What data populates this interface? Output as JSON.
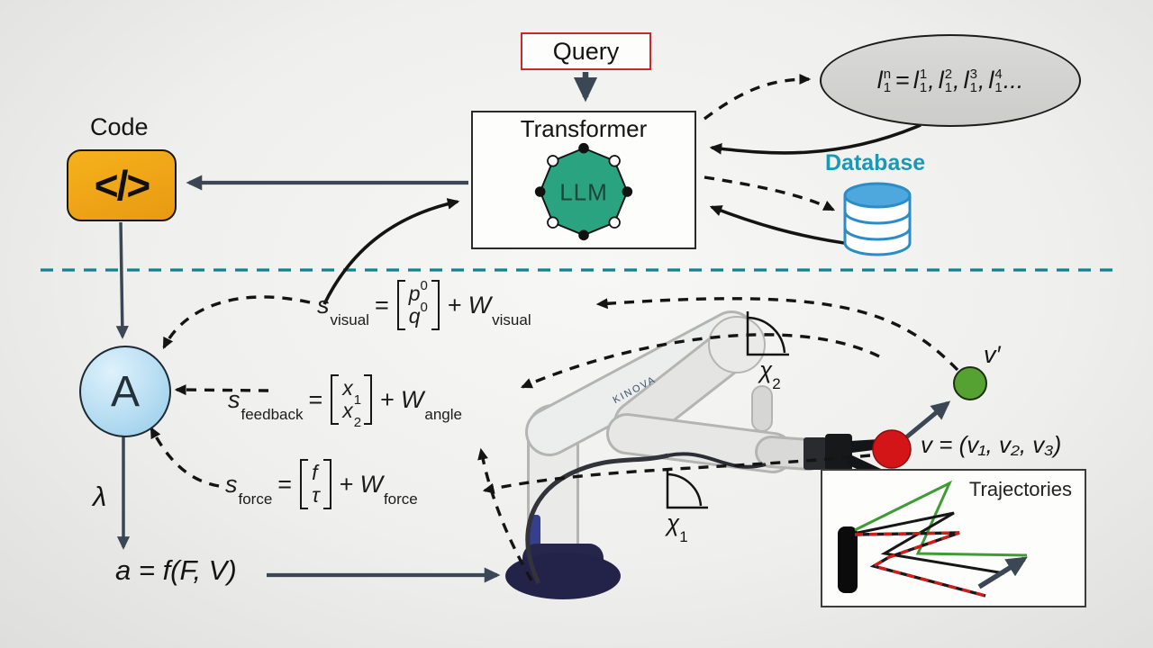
{
  "colors": {
    "separator_teal": "#15808f",
    "database_label": "#1b99b4",
    "query_border": "#c62a2e",
    "code_fill": "#f2a715",
    "octagon_fill": "#2aa480",
    "node_a_fill": "#aed7ee",
    "red_point": "#d41518",
    "green_point": "#55a233",
    "trajectory_green": "#3f9c35",
    "trajectory_red": "#d41b1b",
    "trajectory_black": "#161616",
    "arrow_slate": "#3b4754"
  },
  "query": {
    "label": "Query"
  },
  "transformer": {
    "title": "Transformer",
    "core_label": "LLM"
  },
  "code": {
    "title": "Code",
    "glyph": "</>"
  },
  "memory_ellipse": {
    "base": "l",
    "sup": "n",
    "sub": "1",
    "eq": "=",
    "terms": [
      {
        "base": "l",
        "sup": "1",
        "sub": "1"
      },
      {
        "base": "l",
        "sup": "2",
        "sub": "1"
      },
      {
        "base": "l",
        "sup": "3",
        "sub": "1"
      },
      {
        "base": "l",
        "sup": "4",
        "sub": "1"
      }
    ],
    "sep": ",",
    "ellipsis": "..."
  },
  "database": {
    "label": "Database"
  },
  "formulas": {
    "visual": {
      "lhs": "s",
      "lhs_sub": "visual",
      "eq": "=",
      "r1": "p",
      "r1s": "0",
      "r2": "q",
      "r2s": "0",
      "plus": "+",
      "w": "W",
      "w_sub": "visual"
    },
    "feedback": {
      "lhs": "s",
      "lhs_sub": "feedback",
      "eq": "=",
      "r1": "x",
      "r1s": "1",
      "r2": "x",
      "r2s": "2",
      "plus": "+",
      "w": "W",
      "w_sub": "angle"
    },
    "force": {
      "lhs": "s",
      "lhs_sub": "force",
      "eq": "=",
      "r1": "f",
      "r2": "τ",
      "plus": "+",
      "w": "W",
      "w_sub": "force"
    }
  },
  "aggregator": {
    "label": "A"
  },
  "lambda_symbol": "λ",
  "action_equation": "a = f(F, V)",
  "angles": {
    "chi2": "χ",
    "chi2_sub": "2",
    "chi1": "χ",
    "chi1_sub": "1"
  },
  "points": {
    "v_prime": "v′",
    "velocity": "v = (v₁, v₂, v₃)"
  },
  "trajectories": {
    "label": "Trajectories"
  },
  "robot": {
    "brand": "KINOVA"
  }
}
